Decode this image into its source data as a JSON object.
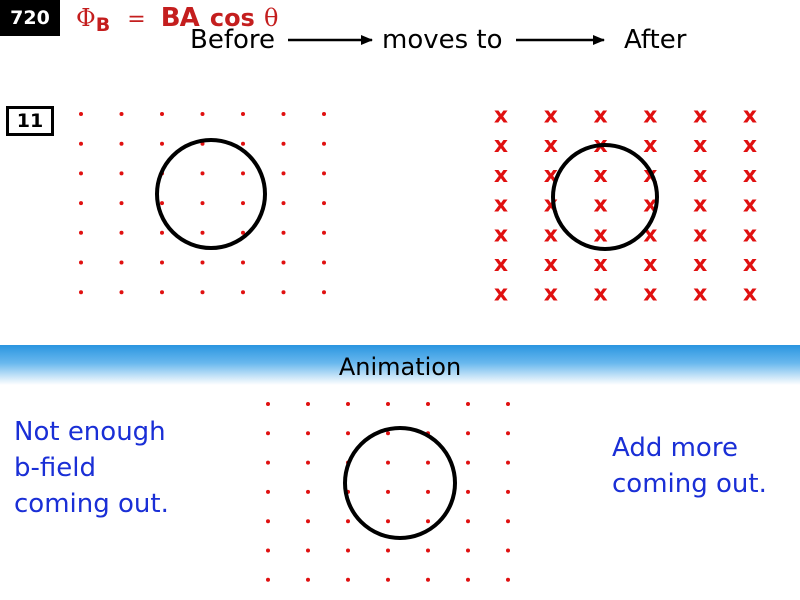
{
  "slide_number": "720",
  "formula": {
    "phi": "Φ",
    "subscript": "B",
    "equals": "=",
    "ba": "BA",
    "cos": "cos",
    "theta": "θ"
  },
  "header": {
    "before": "Before",
    "moves_to": "moves to",
    "after": "After"
  },
  "problem_number": "11",
  "band_label": "Animation",
  "left_note": [
    "Not enough",
    "b-field",
    "coming out."
  ],
  "right_note": [
    "Add more",
    "coming out."
  ],
  "field_x_symbol": "x",
  "colors": {
    "field": "#e01010",
    "note": "#1a2fd6",
    "band": "#2a95e0",
    "formula": "#c41e1e"
  },
  "before_field": {
    "direction": "out of page",
    "rows": 7,
    "cols": 7
  },
  "after_field": {
    "direction": "into page",
    "rows": 7,
    "cols": 6
  },
  "animation_field": {
    "direction": "out of page",
    "rows": 7,
    "cols": 7
  }
}
